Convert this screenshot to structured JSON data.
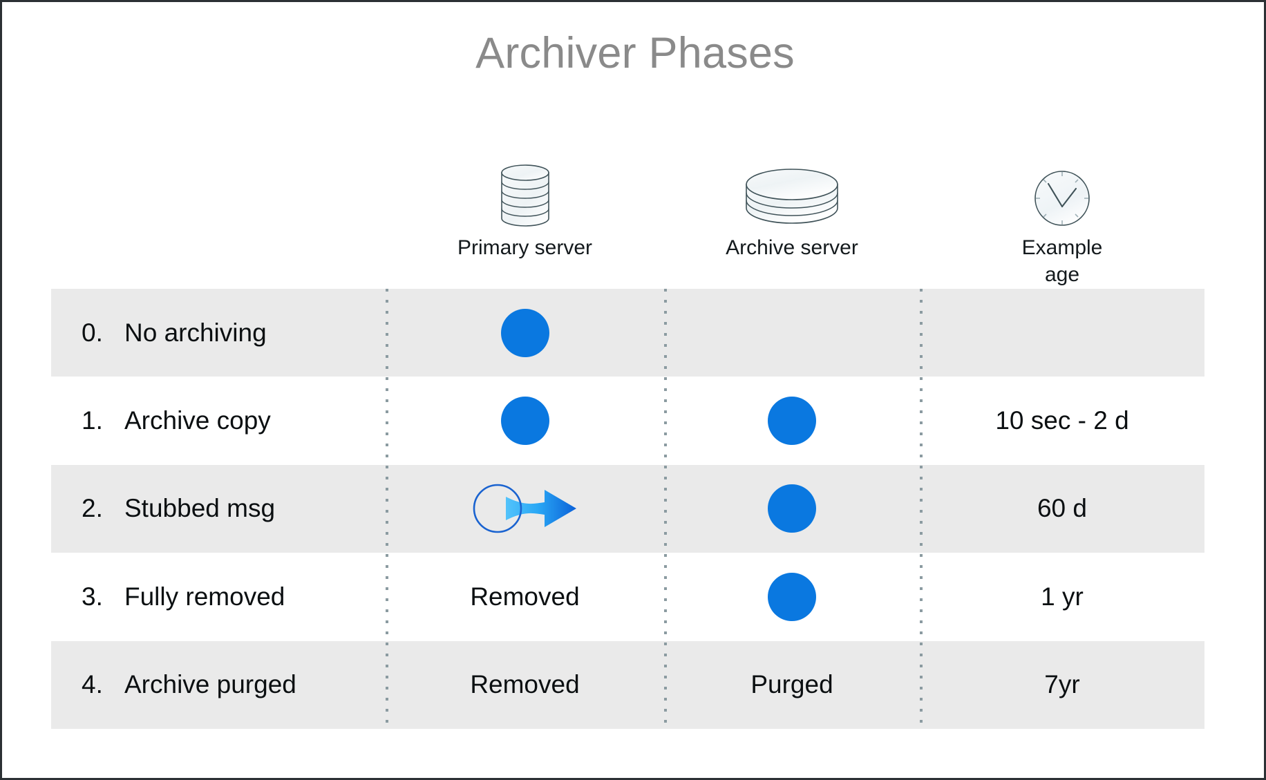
{
  "page": {
    "title": "Archiver Phases",
    "title_color": "#8a8a8a",
    "background": "#ffffff",
    "accent_blue": "#0a78e0",
    "row_shade": "#eaeaea",
    "separator_color": "#8b9ba1"
  },
  "columns": [
    {
      "key": "phase",
      "label": "",
      "icon": ""
    },
    {
      "key": "primary",
      "label": "Primary server",
      "icon": "database-cylinder-icon"
    },
    {
      "key": "archive",
      "label": "Archive server",
      "icon": "disk-stack-icon"
    },
    {
      "key": "age",
      "label": "Example\nage",
      "label_line1": "Example",
      "label_line2": "age",
      "icon": "clock-icon"
    }
  ],
  "rows": [
    {
      "number": "0.",
      "name": "No archiving",
      "primary": {
        "type": "dot"
      },
      "archive": {
        "type": "none"
      },
      "age": ""
    },
    {
      "number": "1.",
      "name": "Archive copy",
      "primary": {
        "type": "dot"
      },
      "archive": {
        "type": "dot"
      },
      "age": "10 sec - 2 d"
    },
    {
      "number": "2.",
      "name": "Stubbed msg",
      "primary": {
        "type": "stub"
      },
      "archive": {
        "type": "dot"
      },
      "age": "60 d"
    },
    {
      "number": "3.",
      "name": "Fully removed",
      "primary": {
        "type": "text",
        "text": "Removed"
      },
      "archive": {
        "type": "dot"
      },
      "age": "1 yr"
    },
    {
      "number": "4.",
      "name": "Archive purged",
      "primary": {
        "type": "text",
        "text": "Removed"
      },
      "archive": {
        "type": "text",
        "text": "Purged"
      },
      "age": "7yr"
    }
  ]
}
